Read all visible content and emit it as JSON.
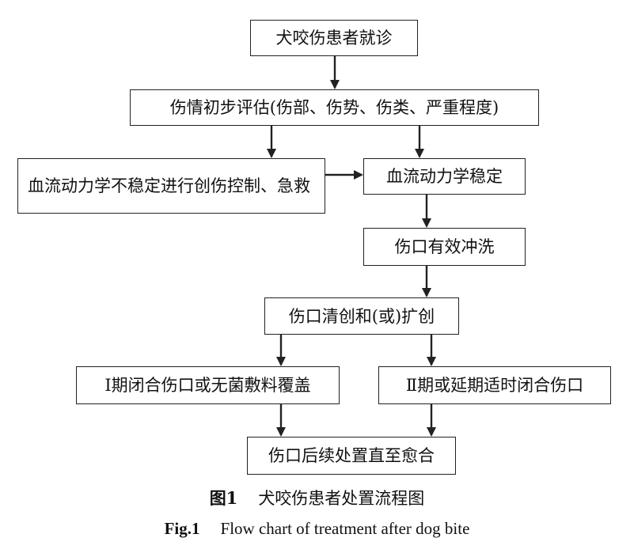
{
  "nodes": {
    "start": "犬咬伤患者就诊",
    "assess": "伤情初步评估(伤部、伤势、伤类、严重程度)",
    "unstable": "血流动力学不稳定进行创伤控制、急救",
    "stable": "血流动力学稳定",
    "wash": "伤口有效冲洗",
    "debride": "伤口清创和(或)扩创",
    "primary": "Ⅰ期闭合伤口或无菌敷料覆盖",
    "delayed": "Ⅱ期或延期适时闭合伤口",
    "followup": "伤口后续处置直至愈合"
  },
  "caption": {
    "cn_tag": "图1",
    "cn_text": "犬咬伤患者处置流程图",
    "en_tag": "Fig.1",
    "en_text": "Flow chart of treatment after dog bite"
  }
}
